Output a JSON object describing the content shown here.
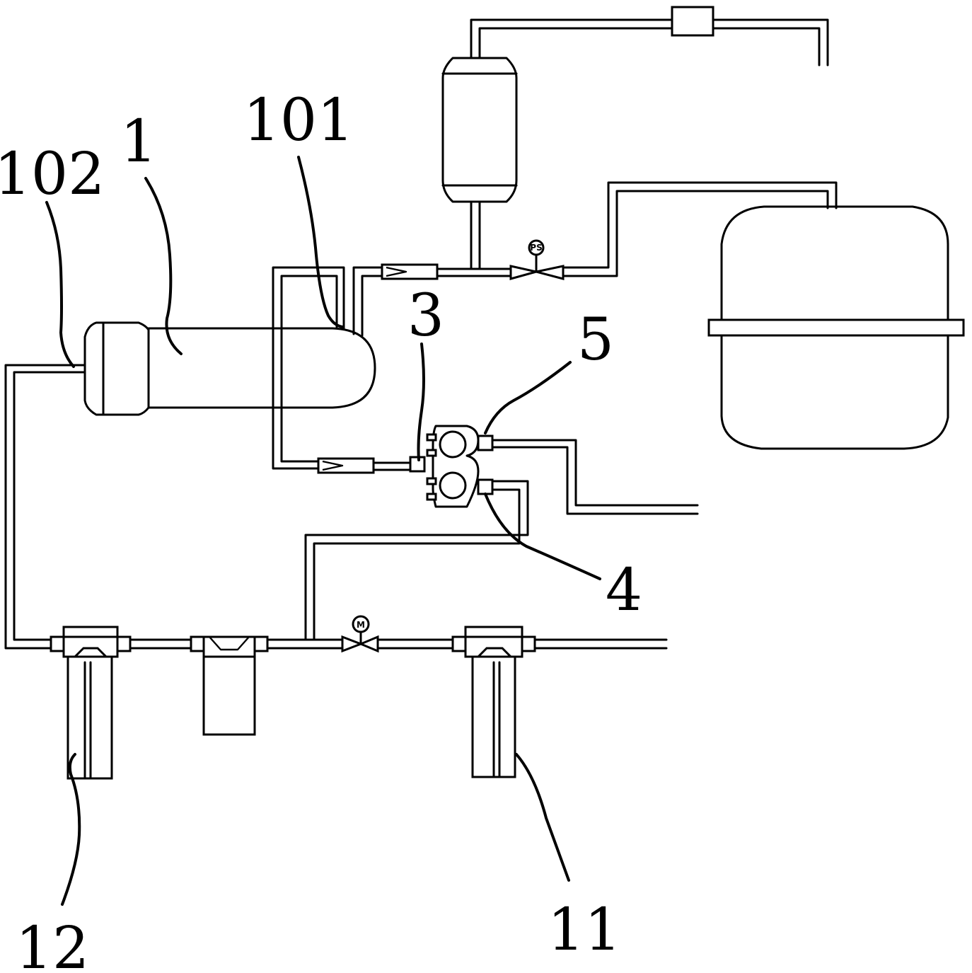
{
  "diagram": {
    "labels": {
      "label_1": "1",
      "label_3": "3",
      "label_4": "4",
      "label_5": "5",
      "label_11": "11",
      "label_12": "12",
      "label_101": "101",
      "label_102": "102"
    },
    "gauges": {
      "pressure_switch": "PS",
      "motor_valve": "M"
    },
    "colors": {
      "line": "#000000",
      "background": "#ffffff"
    }
  }
}
